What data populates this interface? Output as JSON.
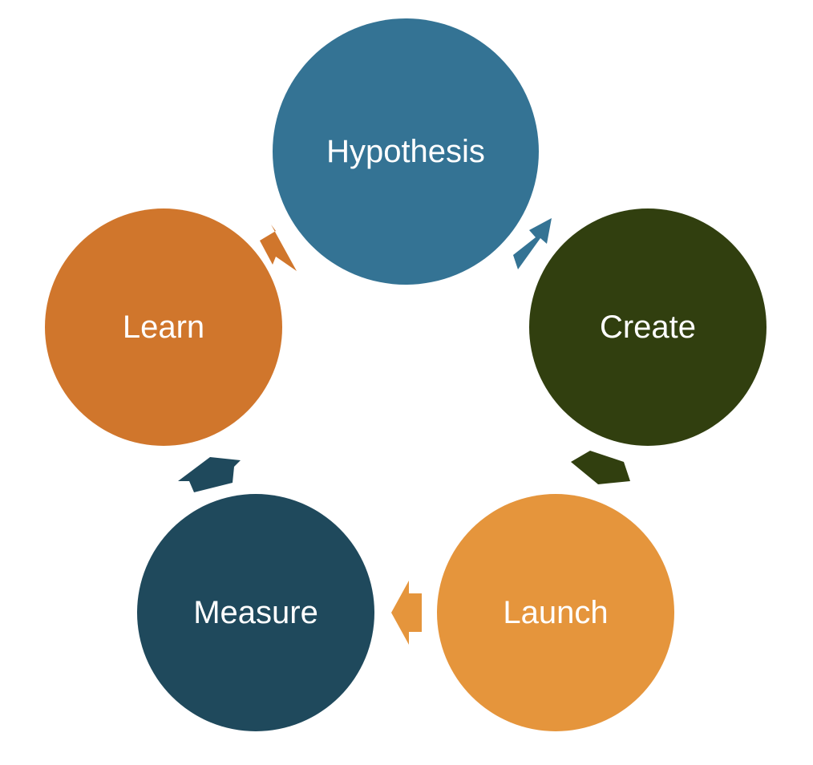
{
  "diagram": {
    "type": "cycle",
    "nodes": [
      {
        "id": "hypothesis",
        "label": "Hypothesis",
        "color": "#347394"
      },
      {
        "id": "create",
        "label": "Create",
        "color": "#313F0F"
      },
      {
        "id": "launch",
        "label": "Launch",
        "color": "#E5953C"
      },
      {
        "id": "measure",
        "label": "Measure",
        "color": "#1F495C"
      },
      {
        "id": "learn",
        "label": "Learn",
        "color": "#D0762C"
      }
    ],
    "edges": [
      {
        "from": "hypothesis",
        "to": "create"
      },
      {
        "from": "create",
        "to": "launch"
      },
      {
        "from": "launch",
        "to": "measure"
      },
      {
        "from": "measure",
        "to": "learn"
      },
      {
        "from": "learn",
        "to": "hypothesis"
      }
    ]
  }
}
